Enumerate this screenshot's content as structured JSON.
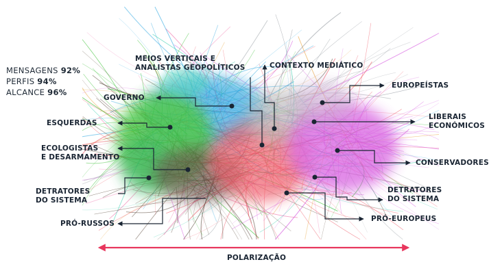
{
  "stats": [
    {
      "label": "MENSAGENS",
      "value": "92%"
    },
    {
      "label": "PERFIS",
      "value": "94%"
    },
    {
      "label": "ALCANCE",
      "value": "96%"
    }
  ],
  "labels": {
    "meios_1": "MEIOS VERTICAIS E",
    "meios_2": "ANALISTAS GEOPOLÍTICOS",
    "contexto": "CONTEXTO MEDIÁTICO",
    "governo": "GOVERNO",
    "europeistas": "EUROPEÍSTAS",
    "esquerdas": "ESQUERDAS",
    "liberais_1": "LIBERAIS",
    "liberais_2": "ECONÓMICOS",
    "ecologistas_1": "ECOLOGISTAS",
    "ecologistas_2": "E DESARMAMENTO",
    "conservadores": "CONSERVADORES",
    "detratores_l1": "DETRATORES",
    "detratores_l2": "DO SISTEMA",
    "detratores_r1": "DETRATORES",
    "detratores_r2": "DO SISTEMA",
    "pro_russos": "PRÓ-RUSSOS",
    "pro_europeus": "PRÓ-EUROPEUS",
    "polarizacao": "POLARIZAÇÃO"
  },
  "colors": {
    "ink": "#1a2533",
    "axis": "#e8365d",
    "green": "#3fc23a",
    "cyan": "#2aa6e0",
    "magenta": "#d75de0",
    "red": "#ef5a68",
    "brown": "#5b4a3c",
    "grey": "#9aa0a6"
  }
}
